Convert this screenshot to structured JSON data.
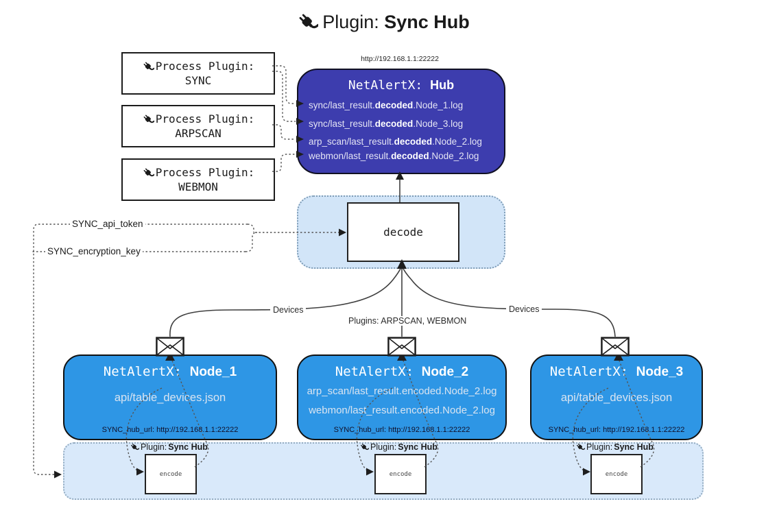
{
  "title": {
    "prefix": "Plugin: ",
    "bold": "Sync Hub"
  },
  "process_plugins": [
    {
      "label": "Process Plugin:",
      "name": "SYNC"
    },
    {
      "label": "Process Plugin:",
      "name": "ARPSCAN"
    },
    {
      "label": "Process Plugin:",
      "name": "WEBMON"
    }
  ],
  "hub": {
    "url": "http://192.168.1.1:22222",
    "title_prefix": "NetAlertX: ",
    "title_bold": "Hub",
    "logs": [
      {
        "pre": "sync/last_result.",
        "bold": "decoded",
        "post": ".Node_1.log"
      },
      {
        "pre": "sync/last_result.",
        "bold": "decoded",
        "post": ".Node_3.log"
      },
      {
        "pre": "arp_scan/last_result.",
        "bold": "decoded",
        "post": ".Node_2.log"
      },
      {
        "pre": "webmon/last_result.",
        "bold": "decoded",
        "post": ".Node_2.log"
      }
    ]
  },
  "decode": {
    "label": "decode"
  },
  "tokens": {
    "api_token": "SYNC_api_token",
    "encryption_key": "SYNC_encryption_key"
  },
  "edges": {
    "devices_left": "Devices",
    "devices_right": "Devices",
    "plugins_mid": "Plugins: ARPSCAN, WEBMON"
  },
  "nodes": [
    {
      "title_prefix": "NetAlertX: ",
      "title_bold": "Node_1",
      "lines": [
        "api/table_devices.json"
      ],
      "hub_url": "SYNC_hub_url: http://192.168.1.1:22222"
    },
    {
      "title_prefix": "NetAlertX: ",
      "title_bold": "Node_2",
      "lines": [
        "arp_scan/last_result.encoded.Node_2.log",
        "webmon/last_result.encoded.Node_2.log"
      ],
      "hub_url": "SYNC_hub_url: http://192.168.1.1:22222"
    },
    {
      "title_prefix": "NetAlertX: ",
      "title_bold": "Node_3",
      "lines": [
        "api/table_devices.json"
      ],
      "hub_url": "SYNC_hub_url: http://192.168.1.1:22222"
    }
  ],
  "encoders": [
    {
      "plugin_prefix": "Plugin: ",
      "plugin_bold": "Sync Hub",
      "label": "encode"
    },
    {
      "plugin_prefix": "Plugin: ",
      "plugin_bold": "Sync Hub",
      "label": "encode"
    },
    {
      "plugin_prefix": "Plugin: ",
      "plugin_bold": "Sync Hub",
      "label": "encode"
    }
  ],
  "colors": {
    "hub-fill": "#3d3dae",
    "node-fill": "#2e96e5",
    "zone-fill": "#d2e5f8",
    "strip-fill": "#d9e9fa"
  }
}
